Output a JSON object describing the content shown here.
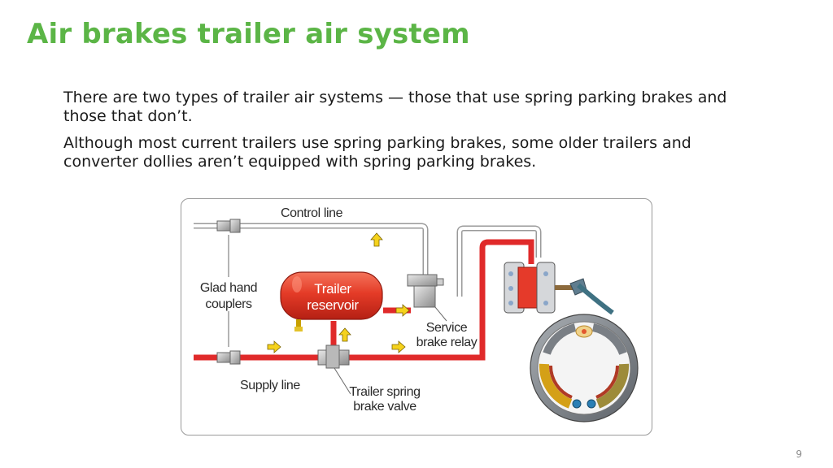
{
  "slide": {
    "title": "Air brakes trailer air system",
    "paragraphs": [
      "There are two types of trailer air systems — those that use spring parking brakes and those that don’t.",
      "Although most current trailers use spring parking brakes, some older trailers and converter dollies aren’t equipped with spring parking brakes."
    ],
    "page_number": "9",
    "accent_color": "#5bb546"
  },
  "diagram": {
    "labels": {
      "control_line": "Control line",
      "glad_hand_line1": "Glad hand",
      "glad_hand_line2": "couplers",
      "reservoir_line1": "Trailer",
      "reservoir_line2": "reservoir",
      "relay_line1": "Service",
      "relay_line2": "brake relay",
      "supply_line": "Supply line",
      "spring_valve_line1": "Trailer spring",
      "spring_valve_line2": "brake valve"
    },
    "colors": {
      "supply_air": "#e02a2a",
      "control_air": "#ffffff",
      "flow_arrow": "#f5d21c",
      "drum": "#7a7f85",
      "shoe_lining": "#d4a017"
    }
  }
}
